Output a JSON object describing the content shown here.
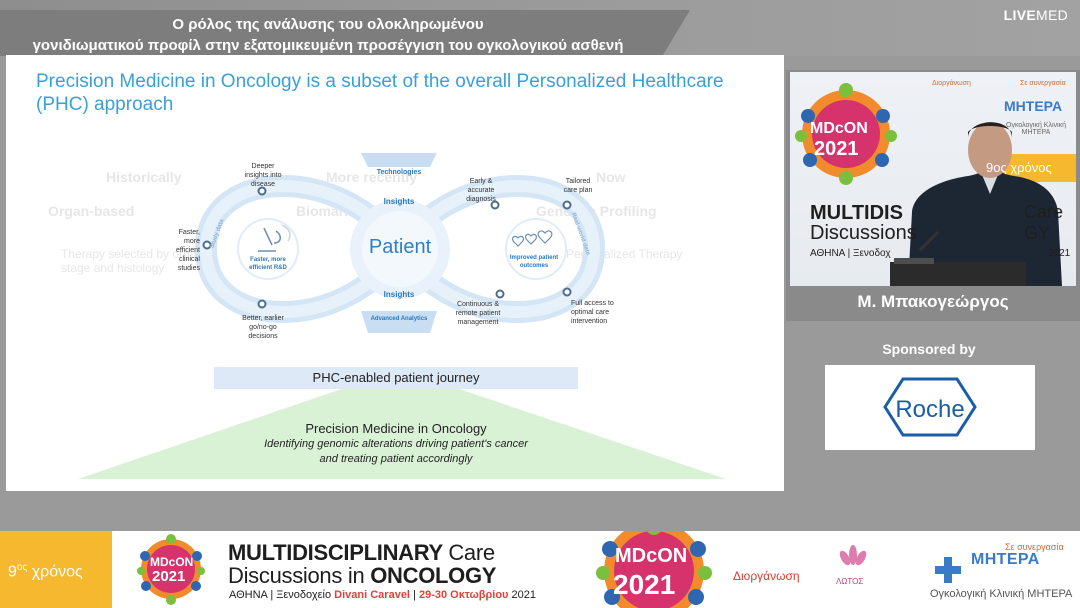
{
  "header": {
    "title_line1": "Ο ρόλος της ανάλυσης του ολοκληρωμένου",
    "title_line2": "γονιδιωματικού προφίλ στην εξατομικευμένη  προσέγγιση του ογκολογικού ασθενή",
    "broadcaster_part1": "LIVE",
    "broadcaster_part2": "MED"
  },
  "slide": {
    "title": "Precision Medicine in Oncology is a subset of the overall Personalized Healthcare (PHC) approach",
    "center_label": "Patient",
    "loop_labels": {
      "technologies": "Technologies",
      "insights_top": "Insights",
      "insights_bottom": "Insights",
      "advanced_analytics": "Advanced Analytics",
      "study_data": "Study data",
      "real_world_data": "Real-world data",
      "faster_rd": "Faster, more efficient R&D",
      "improved_outcomes": "Improved patient outcomes"
    },
    "points": {
      "deeper_insights": "Deeper insights into disease",
      "faster_trials": "Faster, more efficient clinical studies",
      "better_decisions": "Better, earlier go/no-go decisions",
      "early_diagnosis": "Early & accurate diagnosis",
      "tailored_care": "Tailored care plan",
      "continuous_mgmt": "Continuous & remote patient management",
      "full_access": "Full access to optimal care intervention"
    },
    "journey_label": "PHC-enabled patient journey",
    "pm_title": "Precision Medicine in Oncology",
    "pm_sub1": "Identifying genomic alterations driving patient's cancer",
    "pm_sub2": "and treating patient accordingly",
    "ghost": {
      "col1": "Historically",
      "col2": "More recently",
      "col3": "Now",
      "row1": "Organ-based",
      "row2": "Biomarker stratified",
      "row3": "Genomic Profiling",
      "note1": "Therapy selected by organ, stage and histology",
      "note2": "Personalized Therapy"
    }
  },
  "speaker": {
    "name": "Μ. Μπακογεώργος",
    "backdrop": {
      "organizer_label": "Διοργάνωση",
      "cooperation_label": "Σε συνεργασία",
      "mitera": "ΜΗΤΕΡΑ",
      "mitera_sub": "Ογκολογική Κλινική ΜΗΤΕΡΑ",
      "logo_top": "MDcON",
      "logo_year": "2021",
      "years_badge": "9ος χρόνος",
      "multi": "MULTIDIS",
      "care_gy": "Care GY",
      "discussions": "Discussions",
      "venue_part": "ΑΘΗΝΑ | Ξενοδοχ",
      "year_end": "2021"
    }
  },
  "sponsor": {
    "label": "Sponsored by",
    "name": "Roche",
    "brand_color": "#1a5ea8"
  },
  "footer": {
    "badge_num": "9",
    "badge_sup": "ος",
    "badge_word": "χρόνος",
    "logo_top": "MDcON",
    "logo_year": "2021",
    "title_bold": "MULTIDISCIPLINARY",
    "title_care": "Care",
    "title_line2_a": "Discussions in",
    "title_line2_b": "ONCOLOGY",
    "venue_a": "ΑΘΗΝΑ | Ξενοδοχείο",
    "venue_hotel": "Divani Caravel",
    "venue_sep": "|",
    "venue_dates": "29-30 Οκτωβρίου",
    "venue_year": "2021",
    "organizer_label": "Διοργάνωση",
    "lotos": "ΛΩΤΟΣ",
    "cooperation_label": "Σε συνεργασία",
    "mitera": "ΜΗΤΕΡΑ",
    "mitera_clinic": "Ογκολογική Κλινική ΜΗΤΕΡΑ"
  },
  "colors": {
    "slide_title": "#3aa0d8",
    "loop_blue": "#cfe3f4",
    "accent_orange": "#f5b82e",
    "accent_red": "#e0413b",
    "triangle_green": "#d5f1d2"
  }
}
